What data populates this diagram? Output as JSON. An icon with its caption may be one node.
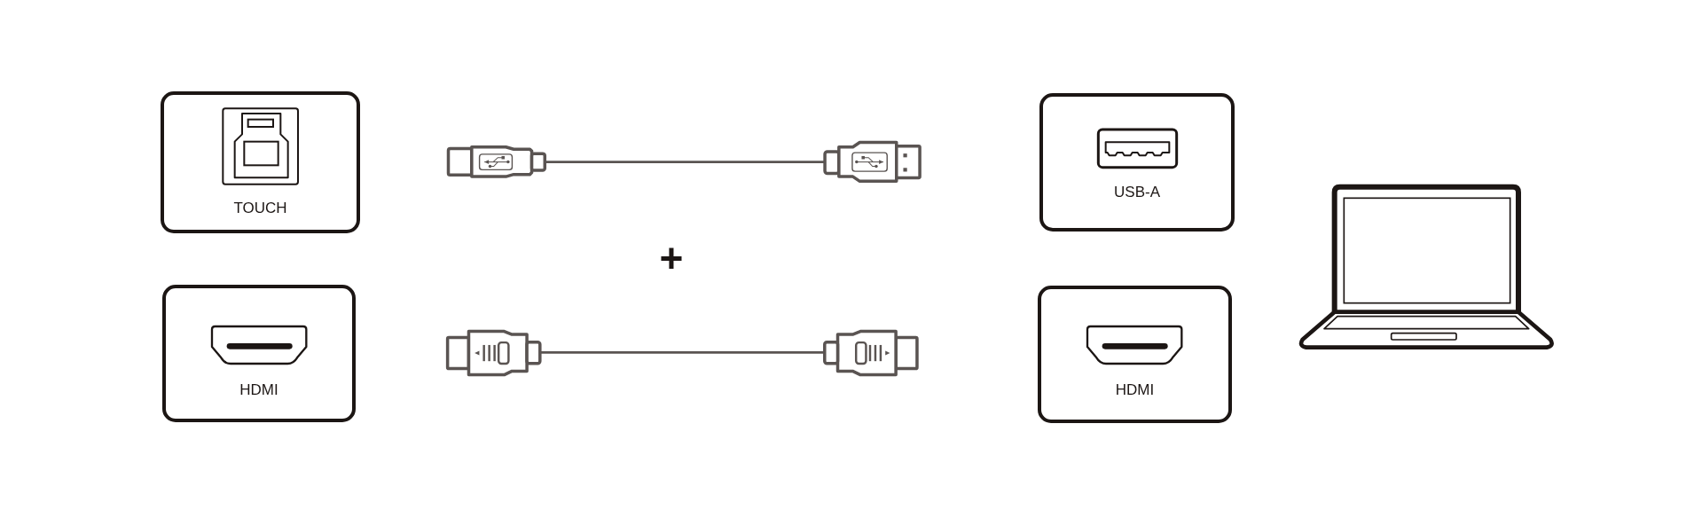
{
  "diagram": {
    "nodes": [
      {
        "text": [
          "TOUCH"
        ]
      },
      {
        "text": [
          "USB-A"
        ]
      },
      {
        "text": [
          "HDMI"
        ]
      },
      {
        "text": [
          "HDMI"
        ]
      }
    ],
    "labels": [
      "+"
    ]
  }
}
